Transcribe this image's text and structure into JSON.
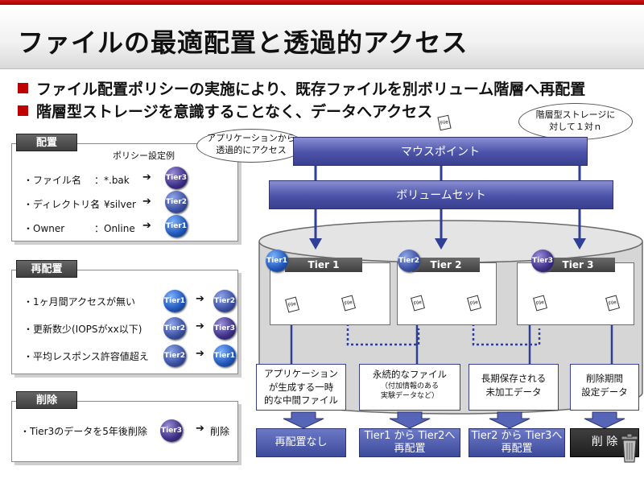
{
  "title": "ファイルの最適配置と透過的アクセス",
  "bullets": [
    "ファイル配置ポリシーの実施により、既存ファイルを別ボリューム階層へ再配置",
    "階層型ストレージを意識することなく、データへアクセス"
  ],
  "panels": {
    "placement": {
      "tag": "配置",
      "subtitle": "ポリシー設定例",
      "rows": [
        {
          "label": "・ファイル名",
          "value": "：*.bak",
          "tier": "Tier3"
        },
        {
          "label": "・ディレクトリ名",
          "value": "：¥silver",
          "tier": "Tier2"
        },
        {
          "label": "・Owner",
          "value": "：Online",
          "tier": "Tier1"
        }
      ]
    },
    "relocation": {
      "tag": "再配置",
      "rows": [
        {
          "label": "・1ヶ月間アクセスが無い",
          "from": "Tier1",
          "to": "Tier2"
        },
        {
          "label": "・更新数少(IOPSがxx以下)",
          "from": "Tier2",
          "to": "Tier3"
        },
        {
          "label": "・平均レスポンス許容値超え",
          "from": "Tier2",
          "to": "Tier1"
        }
      ]
    },
    "deletion": {
      "tag": "削除",
      "label": "・Tier3のデータを5年後削除",
      "tier": "Tier3",
      "result": "削除"
    }
  },
  "diagram": {
    "mount_point": "マウスポイント",
    "volume_set": "ボリュームセット",
    "file_tag": "File",
    "callout_left": [
      "アプリケーションから",
      "透過的にアクセス"
    ],
    "callout_right": [
      "階層型ストレージに",
      "対して１対ｎ"
    ],
    "tiers": [
      {
        "badge": "Tier1",
        "label": "Tier 1"
      },
      {
        "badge": "Tier2",
        "label": "Tier 2"
      },
      {
        "badge": "Tier3",
        "label": "Tier 3"
      }
    ],
    "descriptions": [
      {
        "lines": [
          "アプリケーション",
          "が生成する一時",
          "的な中間ファイル"
        ]
      },
      {
        "lines": [
          "永続的なファイル"
        ],
        "note": [
          "（付加情報のある",
          "実験データなど）"
        ]
      },
      {
        "lines": [
          "長期保存される",
          "未加工データ"
        ]
      },
      {
        "lines": [
          "削除期間",
          "設定データ"
        ]
      }
    ],
    "results": [
      {
        "lines": [
          "再配置なし"
        ]
      },
      {
        "lines": [
          "Tier1 から Tier2へ",
          "再配置"
        ]
      },
      {
        "lines": [
          "Tier2 から Tier3へ",
          "再配置"
        ]
      },
      {
        "lines": [
          "削 除"
        ]
      }
    ]
  },
  "colors": {
    "accent_red": "#c00000",
    "bar_blue": "#4b52a8",
    "tier1": "#1f56b8",
    "tier2": "#3a4fa0",
    "tier3": "#3c2f86"
  }
}
